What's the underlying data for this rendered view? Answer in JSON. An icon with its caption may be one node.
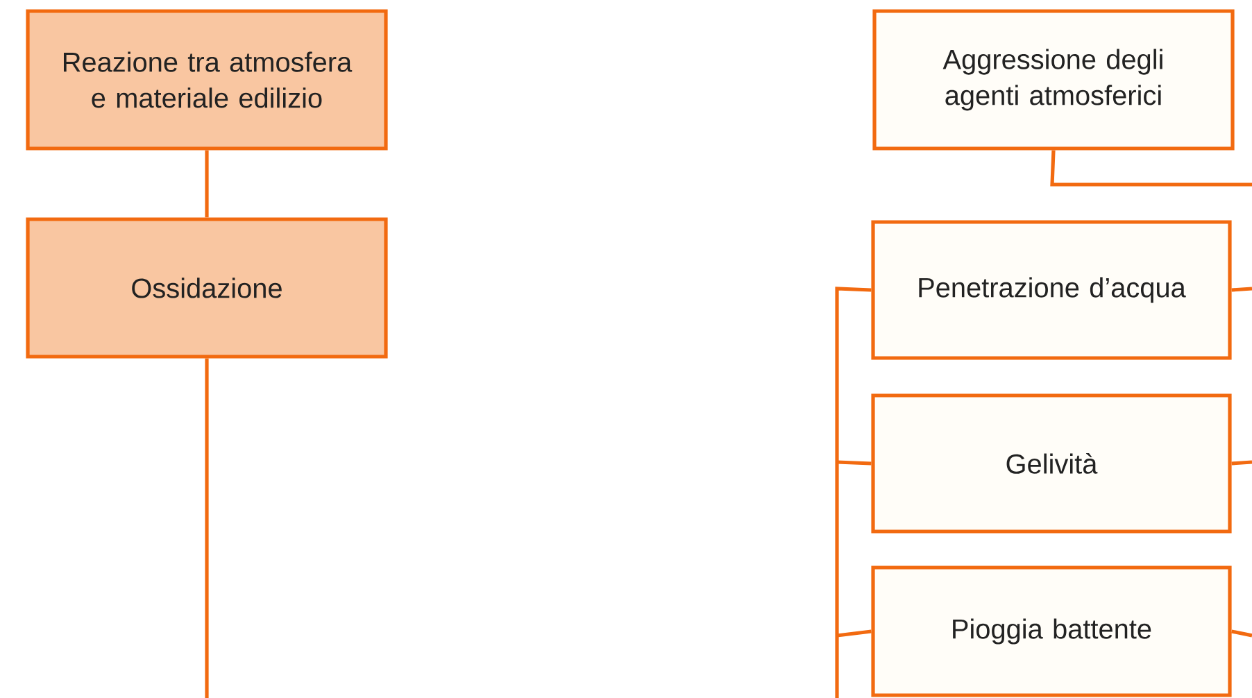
{
  "diagram": {
    "nodes": [
      {
        "text": [
          "Reazione tra atmosfera e materiale edilizio"
        ]
      },
      {
        "text": [
          "Ossidazione"
        ]
      },
      {
        "text": [
          "Aggressione degli agenti atmosferici"
        ]
      },
      {
        "text": [
          "Penetrazione d’acqua"
        ]
      },
      {
        "text": [
          "Gelività"
        ]
      },
      {
        "text": [
          "Pioggia battente"
        ]
      }
    ],
    "edges": [
      {
        "from": 0,
        "to": 1,
        "arrow": "none"
      },
      {
        "from": 1,
        "to": null,
        "arrow": "none"
      },
      {
        "from": 2,
        "to": null,
        "arrow": "none"
      },
      {
        "from": 3,
        "to": null,
        "arrow": "none"
      },
      {
        "from": 4,
        "to": null,
        "arrow": "none"
      },
      {
        "from": 5,
        "to": null,
        "arrow": "none"
      },
      {
        "from": 3,
        "to": null,
        "arrow": "none"
      },
      {
        "from": 4,
        "to": null,
        "arrow": "none"
      },
      {
        "from": 5,
        "to": null,
        "arrow": "none"
      }
    ]
  }
}
